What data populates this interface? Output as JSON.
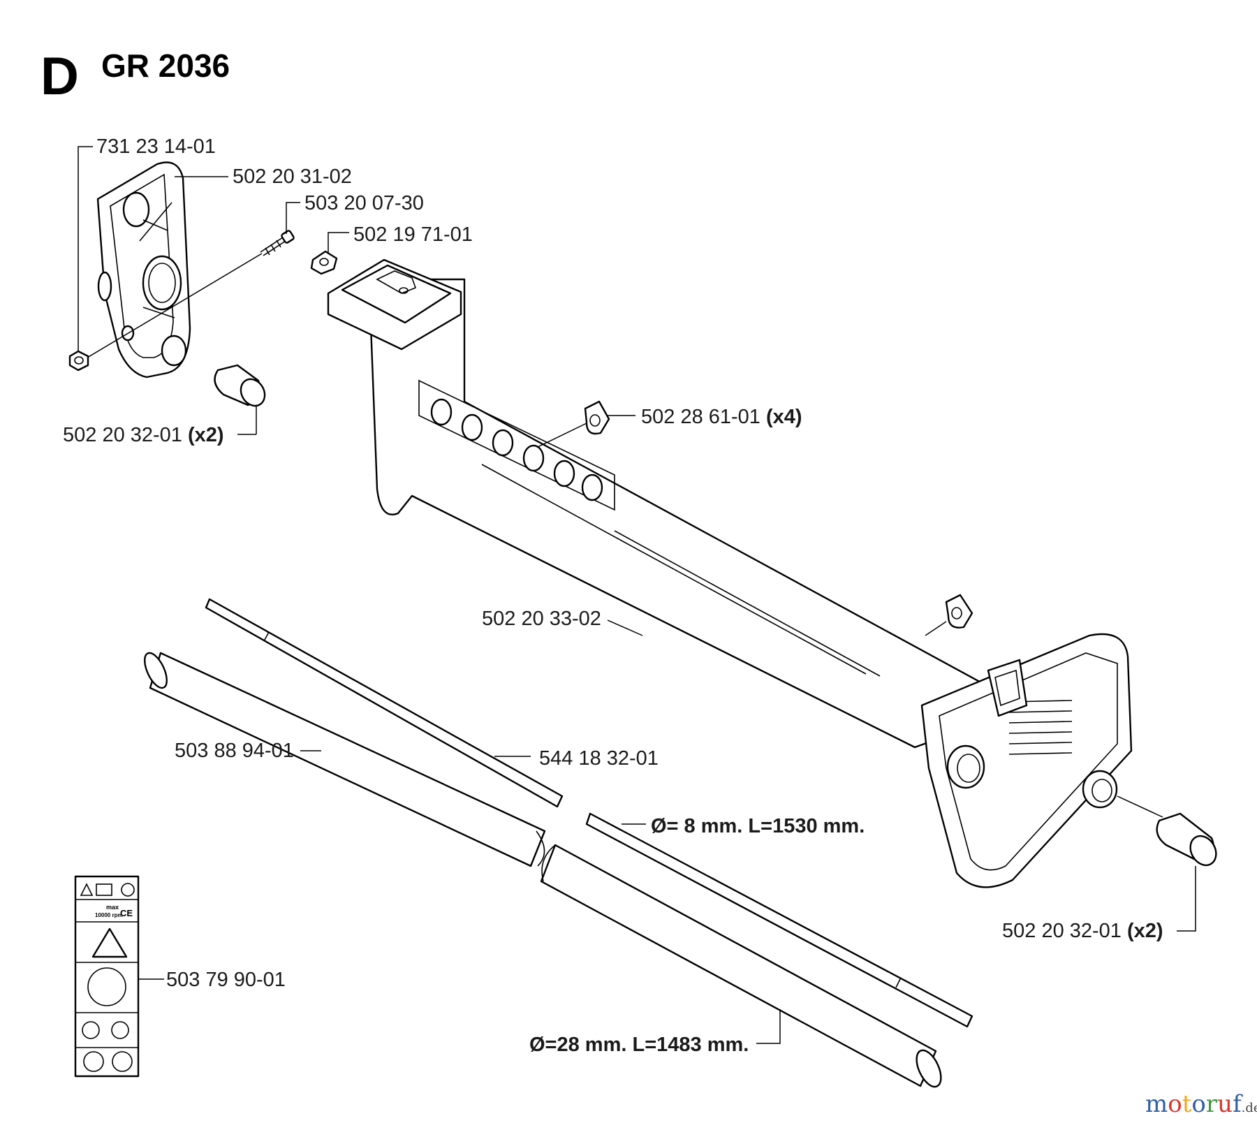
{
  "header": {
    "section_letter": "D",
    "model": "GR 2036"
  },
  "parts": [
    {
      "number": "731 23 14-01",
      "qty": ""
    },
    {
      "number": "502 20 31-02",
      "qty": ""
    },
    {
      "number": "503 20 07-30",
      "qty": ""
    },
    {
      "number": "502 19 71-01",
      "qty": ""
    },
    {
      "number": "502 28 61-01",
      "qty": "(x4)"
    },
    {
      "number": "502 20 32-01",
      "qty": "(x2)"
    },
    {
      "number": "502 20 33-02",
      "qty": ""
    },
    {
      "number": "503 88 94-01",
      "qty": ""
    },
    {
      "number": "544 18 32-01",
      "qty": ""
    },
    {
      "number": "503 79 90-01",
      "qty": ""
    },
    {
      "number": "502 20 32-01",
      "qty": "(x2)"
    }
  ],
  "dimensions": {
    "shaft": "Ø= 8 mm. L=1530 mm.",
    "tube": "Ø=28 mm. L=1483 mm."
  },
  "decal": {
    "text1": "max",
    "text2": "10000 rpm",
    "mark": "CE"
  },
  "watermark": {
    "text": "motoruf",
    "suffix": ".de",
    "colors": [
      "#2e5fa3",
      "#d9342b",
      "#f2a81d",
      "#2e5fa3",
      "#3a9a3f",
      "#d9342b",
      "#2e5fa3"
    ]
  }
}
